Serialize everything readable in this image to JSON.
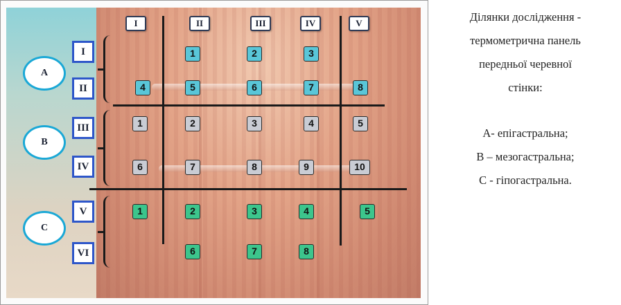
{
  "columns": [
    "I",
    "II",
    "III",
    "IV",
    "V"
  ],
  "rows": [
    "I",
    "II",
    "III",
    "IV",
    "V",
    "VI"
  ],
  "zones": [
    "A",
    "B",
    "C"
  ],
  "cells": {
    "row_I": [
      "1",
      "2",
      "3"
    ],
    "row_II": [
      "4",
      "5",
      "6",
      "7",
      "8"
    ],
    "row_III": [
      "1",
      "2",
      "3",
      "4",
      "5"
    ],
    "row_IV": [
      "6",
      "7",
      "8",
      "9",
      "10"
    ],
    "row_V": [
      "1",
      "2",
      "3",
      "4",
      "5"
    ],
    "row_VI": [
      "6",
      "7",
      "8"
    ]
  },
  "zone_colors": {
    "A": "#59c6d8",
    "B": "#c9ccd4",
    "C": "#3cc58c",
    "circle": "#1aa8d6",
    "row_box": "#2d56c9"
  },
  "caption": {
    "line1": "Ділянки дослідження -",
    "line2": "термометрична панель",
    "line3": "передньої черевної",
    "line4": "стінки:",
    "zone_a": "А- епігастральна;",
    "zone_b": "В – мезогастральна;",
    "zone_c": "С - гіпогастральна."
  }
}
